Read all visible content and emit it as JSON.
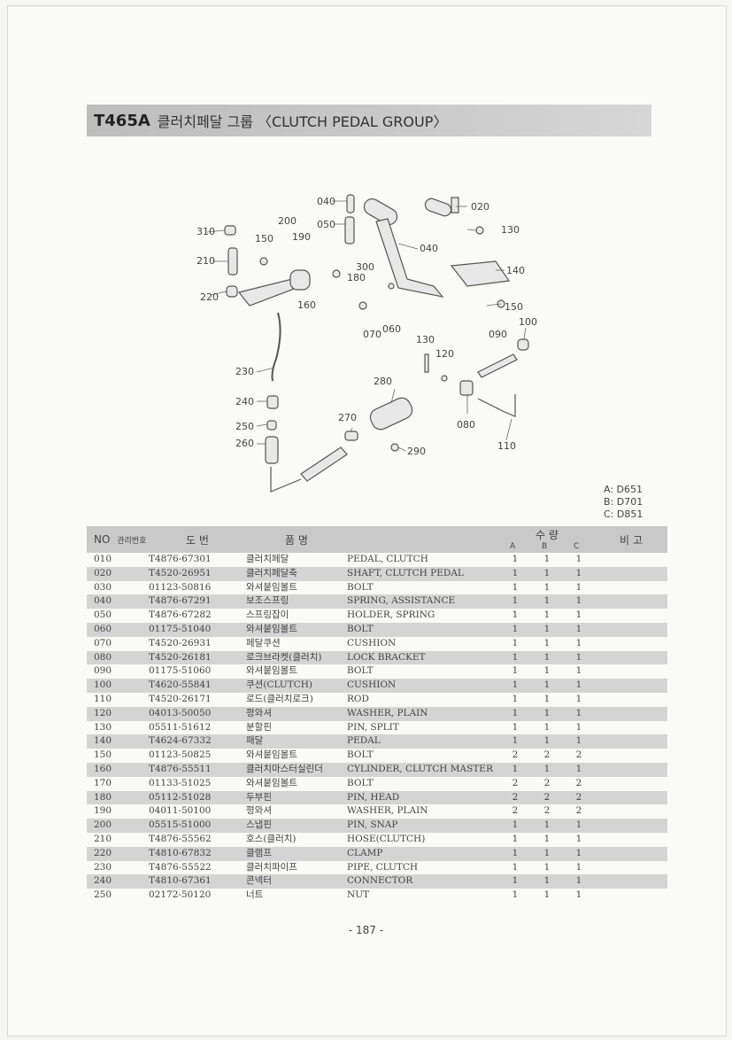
{
  "header": {
    "code": "T465A",
    "title": "클러치페달 그룹 〈CLUTCH PEDAL GROUP〉"
  },
  "diagram": {
    "labels": [
      "040",
      "020",
      "050",
      "130",
      "200",
      "310",
      "150",
      "190",
      "210",
      "300",
      "140",
      "180",
      "040",
      "160",
      "220",
      "150",
      "100",
      "070",
      "060",
      "090",
      "130",
      "120",
      "230",
      "280",
      "240",
      "080",
      "270",
      "250",
      "290",
      "260",
      "110"
    ]
  },
  "models": [
    "A: D651",
    "B: D701",
    "C: D851"
  ],
  "table": {
    "headers": {
      "no": "NO",
      "mgmt": "관리번호",
      "part": "도    번",
      "name": "품                        명",
      "qty": "수    량",
      "qa": "A",
      "qb": "B",
      "qc": "C",
      "note": "비 고"
    },
    "rows": [
      {
        "no": "010",
        "part": "T4876-67301",
        "kr": "클러치페달",
        "en": "PEDAL, CLUTCH",
        "a": "1",
        "b": "1",
        "c": "1"
      },
      {
        "no": "020",
        "part": "T4520-26951",
        "kr": "클러치페달축",
        "en": "SHAFT, CLUTCH PEDAL",
        "a": "1",
        "b": "1",
        "c": "1"
      },
      {
        "no": "030",
        "part": "01123-50816",
        "kr": "와셔붙임볼트",
        "en": "BOLT",
        "a": "1",
        "b": "1",
        "c": "1"
      },
      {
        "no": "040",
        "part": "T4876-67291",
        "kr": "보조스프링",
        "en": "SPRING, ASSISTANCE",
        "a": "1",
        "b": "1",
        "c": "1"
      },
      {
        "no": "050",
        "part": "T4876-67282",
        "kr": "스프링잡이",
        "en": "HOLDER, SPRING",
        "a": "1",
        "b": "1",
        "c": "1"
      },
      {
        "no": "060",
        "part": "01175-51040",
        "kr": "와셔붙임볼트",
        "en": "BOLT",
        "a": "1",
        "b": "1",
        "c": "1"
      },
      {
        "no": "070",
        "part": "T4520-26931",
        "kr": "페달쿠션",
        "en": "CUSHION",
        "a": "1",
        "b": "1",
        "c": "1"
      },
      {
        "no": "080",
        "part": "T4520-26181",
        "kr": "로크브라켓(클러치)",
        "en": "LOCK BRACKET",
        "a": "1",
        "b": "1",
        "c": "1"
      },
      {
        "no": "090",
        "part": "01175-51060",
        "kr": "와셔붙임볼트",
        "en": "BOLT",
        "a": "1",
        "b": "1",
        "c": "1"
      },
      {
        "no": "100",
        "part": "T4620-55841",
        "kr": "쿠션(CLUTCH)",
        "en": "CUSHION",
        "a": "1",
        "b": "1",
        "c": "1"
      },
      {
        "no": "110",
        "part": "T4520-26171",
        "kr": "로드(클러치로크)",
        "en": "ROD",
        "a": "1",
        "b": "1",
        "c": "1"
      },
      {
        "no": "120",
        "part": "04013-50050",
        "kr": "평와셔",
        "en": "WASHER, PLAIN",
        "a": "1",
        "b": "1",
        "c": "1"
      },
      {
        "no": "130",
        "part": "05511-51612",
        "kr": "분할핀",
        "en": "PIN, SPLIT",
        "a": "1",
        "b": "1",
        "c": "1"
      },
      {
        "no": "140",
        "part": "T4624-67332",
        "kr": "패달",
        "en": "PEDAL",
        "a": "1",
        "b": "1",
        "c": "1"
      },
      {
        "no": "150",
        "part": "01123-50825",
        "kr": "와셔붙임볼트",
        "en": "BOLT",
        "a": "2",
        "b": "2",
        "c": "2"
      },
      {
        "no": "160",
        "part": "T4876-55511",
        "kr": "클러치마스터실린더",
        "en": "CYLINDER, CLUTCH MASTER",
        "a": "1",
        "b": "1",
        "c": "1"
      },
      {
        "no": "170",
        "part": "01133-51025",
        "kr": "와셔붙임볼트",
        "en": "BOLT",
        "a": "2",
        "b": "2",
        "c": "2"
      },
      {
        "no": "180",
        "part": "05112-51028",
        "kr": "두부핀",
        "en": "PIN, HEAD",
        "a": "2",
        "b": "2",
        "c": "2"
      },
      {
        "no": "190",
        "part": "04011-50100",
        "kr": "평와셔",
        "en": "WASHER, PLAIN",
        "a": "2",
        "b": "2",
        "c": "2"
      },
      {
        "no": "200",
        "part": "05515-51000",
        "kr": "스냅핀",
        "en": "PIN, SNAP",
        "a": "1",
        "b": "1",
        "c": "1"
      },
      {
        "no": "210",
        "part": "T4876-55562",
        "kr": "호스(클러치)",
        "en": "HOSE(CLUTCH)",
        "a": "1",
        "b": "1",
        "c": "1"
      },
      {
        "no": "220",
        "part": "T4810-67832",
        "kr": "클램프",
        "en": "CLAMP",
        "a": "1",
        "b": "1",
        "c": "1"
      },
      {
        "no": "230",
        "part": "T4876-55522",
        "kr": "클러치파이프",
        "en": "PIPE, CLUTCH",
        "a": "1",
        "b": "1",
        "c": "1"
      },
      {
        "no": "240",
        "part": "T4810-67361",
        "kr": "콘넥터",
        "en": "CONNECTOR",
        "a": "1",
        "b": "1",
        "c": "1"
      },
      {
        "no": "250",
        "part": "02172-50120",
        "kr": "너트",
        "en": "NUT",
        "a": "1",
        "b": "1",
        "c": "1"
      }
    ]
  },
  "page_number": "- 187 -"
}
